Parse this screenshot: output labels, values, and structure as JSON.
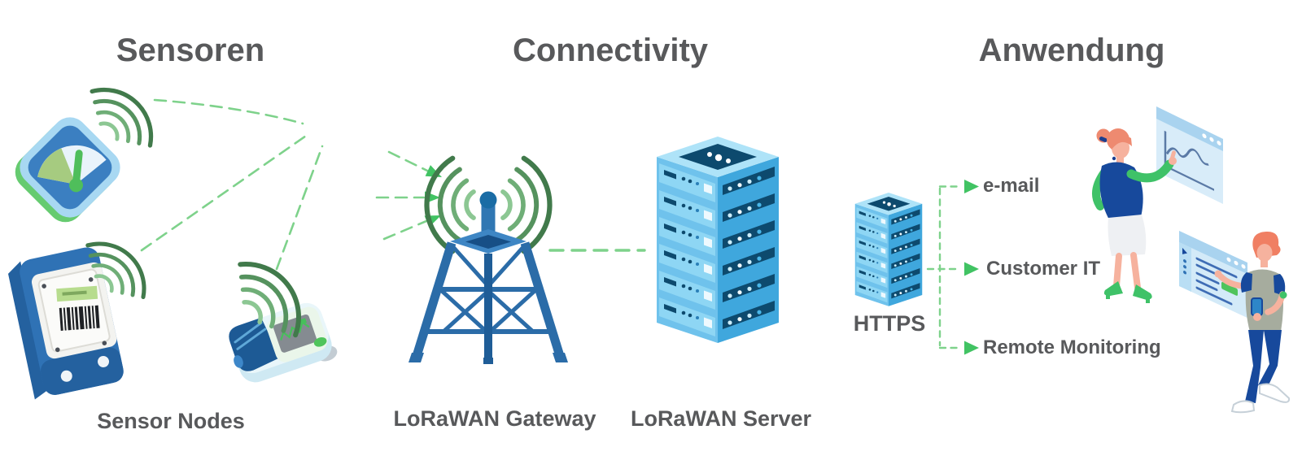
{
  "headers": {
    "sensors": "Sensoren",
    "connectivity": "Connectivity",
    "application": "Anwendung"
  },
  "node_labels": {
    "sensor_nodes": "Sensor Nodes",
    "gateway": "LoRaWAN Gateway",
    "server": "LoRaWAN Server",
    "https": "HTTPS"
  },
  "outputs": [
    {
      "label": "e-mail"
    },
    {
      "label": "Customer IT"
    },
    {
      "label": "Remote Monitoring"
    }
  ],
  "connections": [
    "sensor-nodes to lorawan-gateway (dashed wireless uplinks)",
    "lorawan-gateway to lorawan-server (dashed link)",
    "https-server to e-mail",
    "https-server to customer-it",
    "https-server to remote-monitoring"
  ],
  "icons": {
    "gauge-sensor-icon": "tilted blue tile with gauge dial",
    "meter-sensor-icon": "utility meter with barcode label",
    "handheld-sensor-icon": "handheld measuring device",
    "wifi-signal-icon": "green radio signal arcs",
    "lorawan-gateway-icon": "blue radio lattice tower with antenna",
    "lorawan-server-icon": "isometric blue server rack tower",
    "https-server-icon": "small isometric server rack tower",
    "arrowhead-icon": "solid green triangle arrowhead",
    "chart-window-icon": "floating window with line chart",
    "list-window-icon": "floating window with list rows",
    "woman-illustration": "woman pointing at chart window",
    "man-illustration": "man with phone at list window"
  },
  "colors": {
    "heading_text": "#58595b",
    "label_text": "#58595b",
    "dash_green": "#7ed28b",
    "arrow_green": "#41c363",
    "signal_green_dark": "#417a4b",
    "signal_green_light": "#8cc793",
    "device_blue": "#2f72b5",
    "tower_blue": "#2b6ca8",
    "server_top_blue": "#aee3f8",
    "server_left_blue": "#6fc2ec",
    "server_right_blue": "#3fa7dd",
    "server_panel_navy": "#0d4a6e",
    "person_navy": "#17499c",
    "person_green": "#3fc268",
    "skin_tone": "#f6b29e"
  }
}
